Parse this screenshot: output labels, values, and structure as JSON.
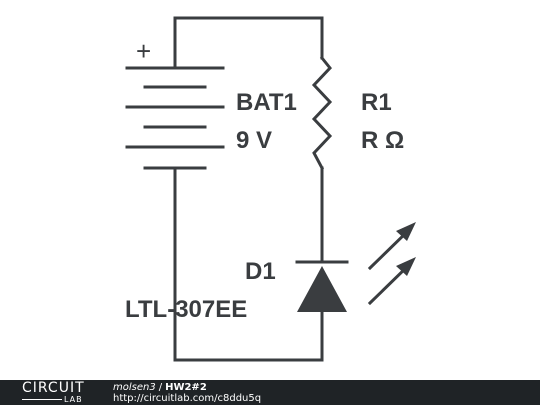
{
  "battery": {
    "plus_sign": "+",
    "ref": "BAT1",
    "value": "9 V"
  },
  "resistor": {
    "ref": "R1",
    "value": "R Ω"
  },
  "led": {
    "ref": "D1",
    "part": "LTL-307EE"
  },
  "footer": {
    "logo_top": "CIRCUIT",
    "logo_bottom": "LAB",
    "user": "molsen3",
    "separator": "/",
    "project": "HW2#2",
    "url": "http://circuitlab.com/c8ddu5q"
  },
  "colors": {
    "ink": "#3a3d40",
    "footer_bg": "#1f2326",
    "background": "#ffffff"
  }
}
